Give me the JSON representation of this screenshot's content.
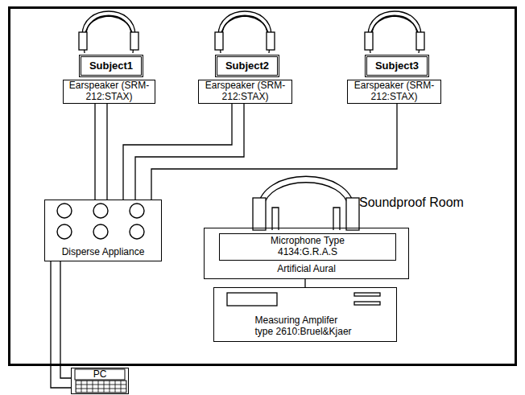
{
  "diagram": {
    "nodes": [
      {
        "text": [
          "Soundproof Room"
        ]
      },
      {
        "text": [
          "Subject1"
        ],
        "in": 0
      },
      {
        "text": [
          "Earspeaker (SRM-212:STAX)"
        ],
        "in": 0
      },
      {
        "text": [
          "Subject2"
        ],
        "in": 0
      },
      {
        "text": [
          "Earspeaker (SRM-212:STAX)"
        ],
        "in": 0
      },
      {
        "text": [
          "Subject3"
        ],
        "in": 0
      },
      {
        "text": [
          "Earspeaker (SRM-212:STAX)"
        ],
        "in": 0
      },
      {
        "text": [
          "Disperse Appliance"
        ],
        "in": 0
      },
      {
        "text": [
          "Artificial Aural"
        ],
        "in": 0
      },
      {
        "text": [
          "Microphone Type 4134:G.R.A.S"
        ],
        "in": 8
      },
      {
        "text": [
          "Measuring Amplifer type 2610:Bruel&Kjaer"
        ],
        "in": 0
      },
      {
        "text": [
          "PC"
        ]
      }
    ],
    "edges": [
      {
        "from": 2,
        "to": 7,
        "arrow": "none"
      },
      {
        "from": 4,
        "to": 7,
        "arrow": "none"
      },
      {
        "from": 6,
        "to": 7,
        "arrow": "none"
      },
      {
        "from": 8,
        "to": 10,
        "arrow": "none"
      },
      {
        "from": 7,
        "to": 11,
        "arrow": "none"
      }
    ]
  }
}
